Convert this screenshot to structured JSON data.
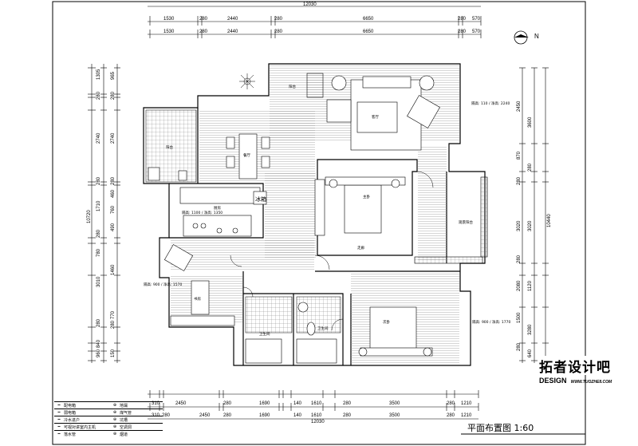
{
  "dims_top_row1": [
    "1530",
    "280",
    "2440",
    "280",
    "6650",
    "280",
    "570"
  ],
  "dims_top_row2": [
    "1530",
    "280",
    "2440",
    "280",
    "6650",
    "280",
    "570"
  ],
  "dim_top_total": "12030",
  "dims_bottom_row1": [
    "310",
    "2450",
    "280",
    "1690",
    "140",
    "1610",
    "280",
    "3500",
    "280",
    "1210"
  ],
  "dims_bottom_row2": [
    "310",
    "280",
    "2450",
    "280",
    "1690",
    "140",
    "1610",
    "280",
    "3500",
    "280",
    "1210"
  ],
  "dim_bottom_total": "12030",
  "dims_left_outer": [
    "1305",
    "280",
    "2740",
    "280",
    "1710",
    "280",
    "780",
    "3010",
    "280",
    "840",
    "960"
  ],
  "dims_left_inner": [
    "965",
    "280",
    "2740",
    "280",
    "460",
    "760",
    "490",
    "1460",
    "770",
    "280",
    "150"
  ],
  "dim_left_total": "10720",
  "dims_right_outer": [
    "3600",
    "280",
    "3020",
    "1120",
    "3280",
    "640"
  ],
  "dims_right_inner": [
    "2450",
    "870",
    "280",
    "3020",
    "280",
    "2080",
    "1500",
    "280"
  ],
  "dim_right_total": "10440",
  "rooms": {
    "living": "客厅",
    "dining": "餐厅",
    "kitchen": "厨房",
    "balcony_left": "阳台",
    "master": "主卧",
    "second": "次卧",
    "bath1": "卫生间",
    "bath2": "卫生间",
    "study": "书房",
    "corridor": "走廊",
    "fridge": "冰箱",
    "balcony_right": "观景阳台",
    "balcony_top": "阳台"
  },
  "notes": {
    "living_dim": "隔高: 110 / 净高: 2240",
    "kitchen_dim": "隔高: 1100 / 净高: 1350",
    "left_dim": "隔高: 900 / 净高: 1570",
    "right_dim": "隔高: 900 / 净高: 1770"
  },
  "north": "N",
  "title": "平面布置图 1:60",
  "brand_cn": "拓者设计吧",
  "brand_en": "DESIGN",
  "brand_url": "WWW.TUOZHE8.COM",
  "legend": [
    {
      "left": "配电箱",
      "right": "地漏"
    },
    {
      "left": "弱电箱",
      "right": "煤气管"
    },
    {
      "left": "冷水进户",
      "right": "坑槽"
    },
    {
      "left": "可视对讲室内主机",
      "right": "空调洞"
    },
    {
      "left": "落水管",
      "right": "烟道"
    }
  ]
}
